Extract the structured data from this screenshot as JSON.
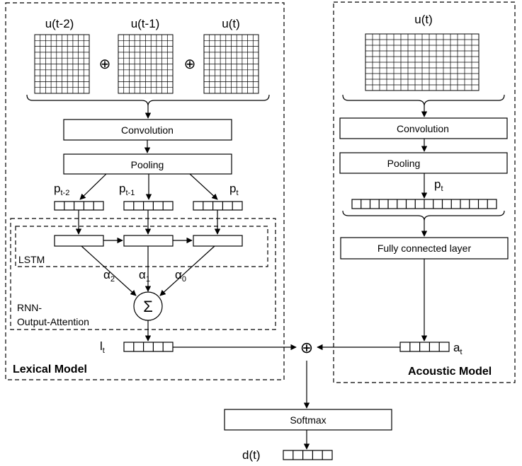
{
  "lexical": {
    "title": "Lexical Model",
    "inputs": [
      "u(t-2)",
      "u(t-1)",
      "u(t)"
    ],
    "plus": "⊕",
    "convolution": "Convolution",
    "pooling": "Pooling",
    "pool_outputs": [
      {
        "base": "p",
        "sub": "t-2"
      },
      {
        "base": "p",
        "sub": "t-1"
      },
      {
        "base": "p",
        "sub": "t"
      }
    ],
    "lstm": "LSTM",
    "attention_label_1": "RNN-",
    "attention_label_2": "Output-Attention",
    "weights": [
      {
        "base": "α",
        "sub": "2"
      },
      {
        "base": "α",
        "sub": "1"
      },
      {
        "base": "α",
        "sub": "0"
      }
    ],
    "sum_symbol": "Σ",
    "output": {
      "base": "l",
      "sub": "t"
    }
  },
  "acoustic": {
    "title": "Acoustic Model",
    "input": "u(t)",
    "convolution": "Convolution",
    "pooling": "Pooling",
    "pool_output": {
      "base": "p",
      "sub": "t"
    },
    "fc": "Fully connected layer",
    "output": {
      "base": "a",
      "sub": "t"
    }
  },
  "fusion_symbol": "⊕",
  "softmax": "Softmax",
  "final_output": "d(t)"
}
